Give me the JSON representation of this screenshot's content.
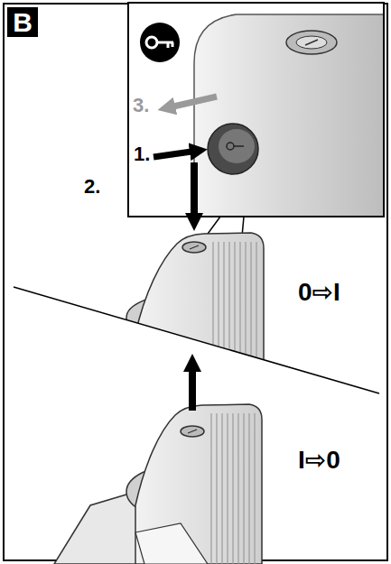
{
  "diagram": {
    "nodes": [
      {
        "text": [
          "B"
        ]
      }
    ],
    "labels": [
      "3.",
      "1.",
      "2.",
      "0⇨I",
      "I⇨0"
    ]
  }
}
